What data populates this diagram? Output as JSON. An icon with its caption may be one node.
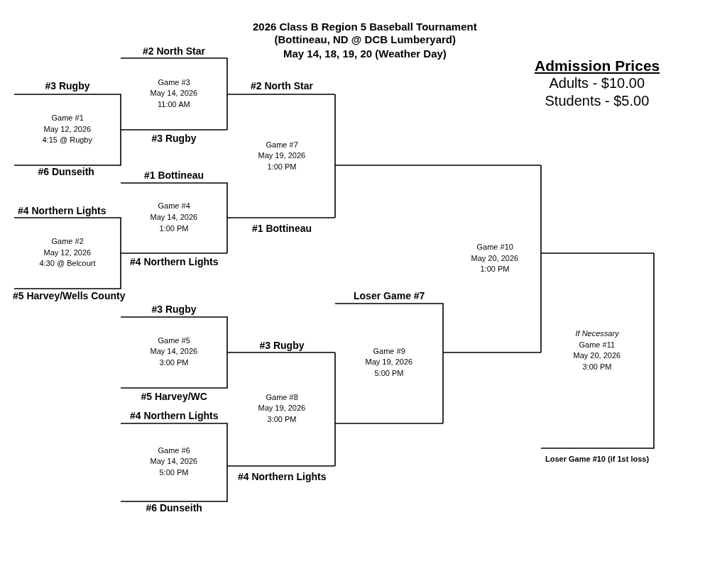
{
  "diagram": {
    "title": "2026 Class B Region 5 Baseball Tournament",
    "labels": [
      "(Bottineau, ND @ DCB Lumberyard)",
      "May 14, 18, 19, 20 (Weather Day)",
      "#2 North Star",
      "Admission Prices",
      "Game #3",
      "Adults - $10.00",
      "#3 Rugby",
      "#2 North Star",
      "May 14, 2026",
      "Students - $5.00",
      "11:00 AM",
      "Game #1",
      "May 12, 2026",
      "#3 Rugby",
      "4:15 @ Rugby",
      "Game #7",
      "May 19, 2026",
      "1:00 PM",
      "#6 Dunseith",
      "#1 Bottineau",
      "Game #4",
      "#4 Northern Lights",
      "May 14, 2026",
      "1:00 PM",
      "#1 Bottineau",
      "Game #2",
      "Game #10",
      "May 12, 2026",
      "May 20, 2026",
      "#4 Northern Lights",
      "4:30 @ Belcourt",
      "1:00 PM",
      "#5 Harvey/Wells County",
      "Loser Game #7",
      "#3 Rugby",
      "If Necessary",
      "Game #5",
      "#3 Rugby",
      "Game #11",
      "May 14, 2026",
      "Game #9",
      "May 20, 2026",
      "May 19, 2026",
      "3:00 PM",
      "3:00 PM",
      "5:00 PM",
      "#5 Harvey/WC",
      "Game #8",
      "May 19, 2026",
      "#4 Northern Lights",
      "3:00 PM",
      "Game #6",
      "Loser Game #10 (if 1st loss)",
      "May 14, 2026",
      "5:00 PM",
      "#4 Northern Lights",
      "#6 Dunseith"
    ]
  }
}
